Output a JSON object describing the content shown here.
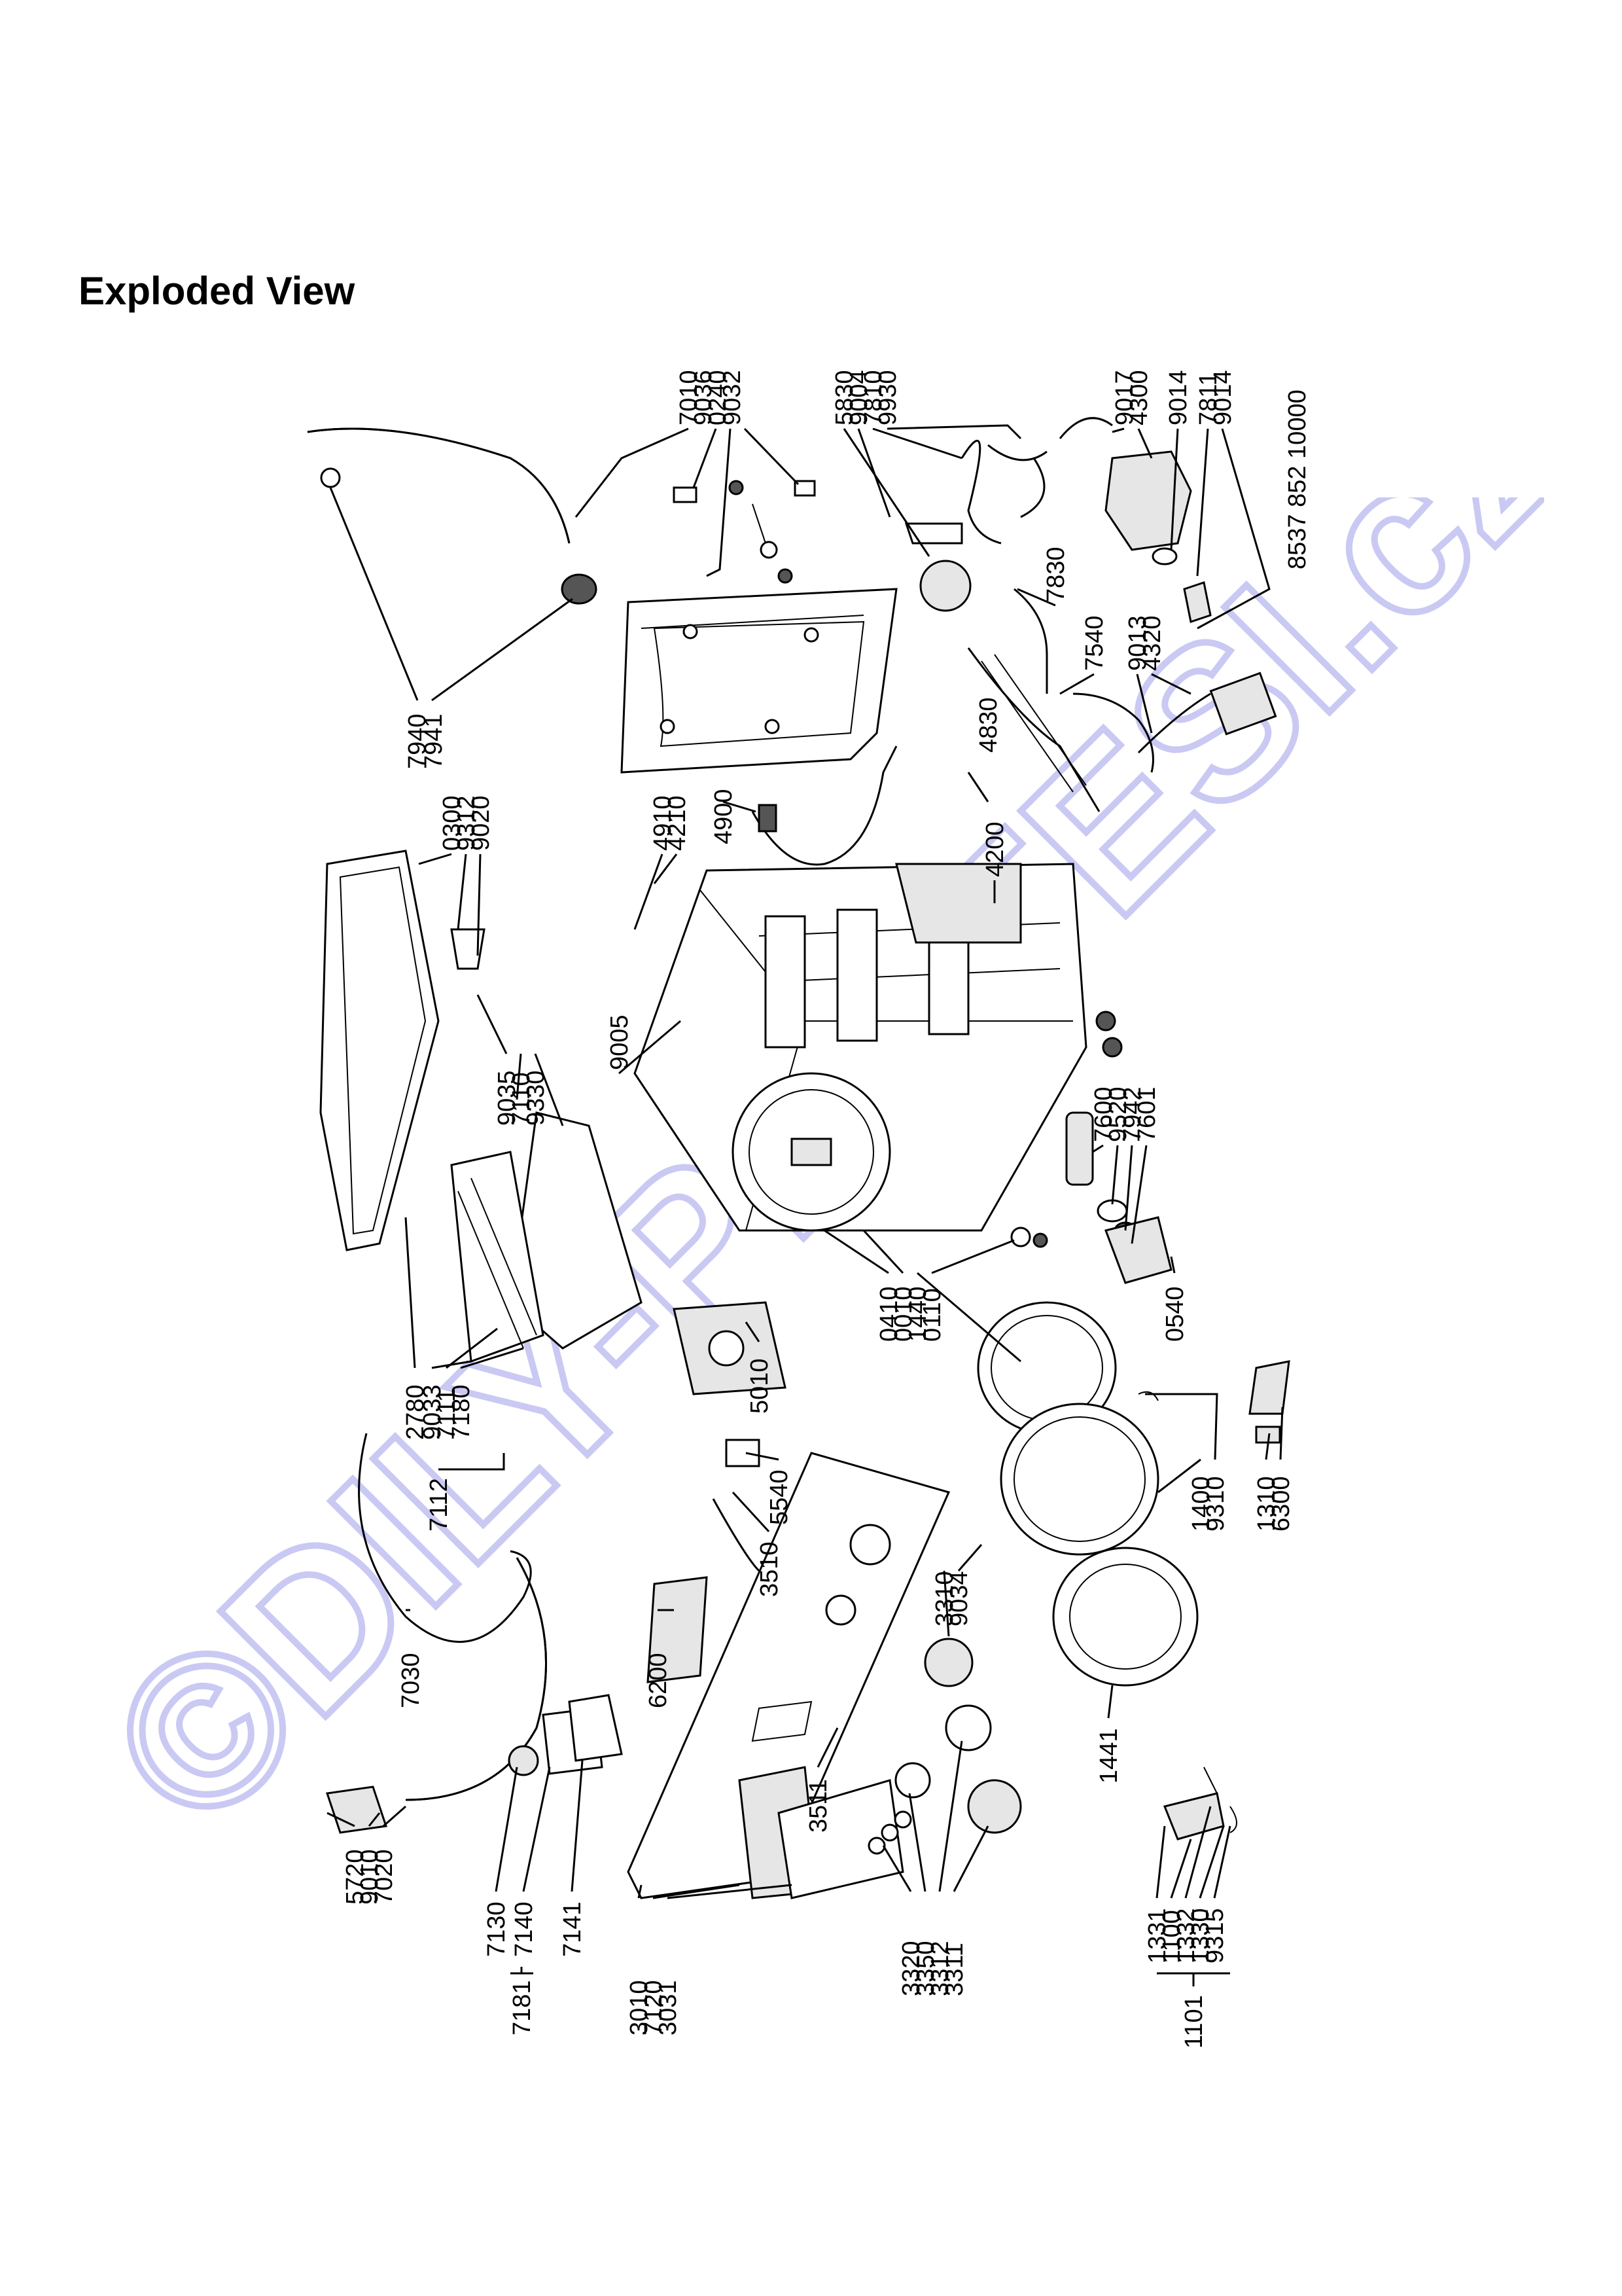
{
  "page": {
    "title": "Exploded View",
    "watermark": "©DILY-PROFESI.cz",
    "document_number": "8537 852 10000"
  },
  "labels": {
    "l7940": "7940",
    "l7941": "7941",
    "l7010": "7010",
    "l9036": "9036",
    "l0240": "0240",
    "l9032": "9032",
    "l5830": "5830",
    "l9004": "9004",
    "l7810": "7810",
    "l9930": "9930",
    "l9017": "9017",
    "l4300": "4300",
    "l9014a": "9014",
    "l9014b": "9014",
    "l7830": "7830",
    "l7540": "7540",
    "l9013": "9013",
    "l4320": "4320",
    "l7811": "7811",
    "l4830": "4830",
    "l4900": "4900",
    "l4910": "4910",
    "l4210": "4210",
    "l4200": "4200",
    "l0300": "0300",
    "l9312": "9312",
    "l9020": "9020",
    "l9035": "9035",
    "l7110": "7110",
    "l9330": "9330",
    "l9005": "9005",
    "l7600": "7600",
    "l9520": "9520",
    "l7942": "7942",
    "l7601": "7601",
    "l0410": "0410",
    "l0010": "0010",
    "l1440": "1440",
    "l0110": "0110",
    "l0540": "0540",
    "l2780": "2780",
    "l9033": "9033",
    "l7111": "7111",
    "l7180": "7180",
    "l7112": "7112",
    "l5010": "5010",
    "l5540": "5540",
    "l3510": "3510",
    "l1400": "1400",
    "l9310": "9310",
    "l1310": "1310",
    "l6300": "6300",
    "l7030": "7030",
    "l6200": "6200",
    "l3310": "3310",
    "l9034": "9034",
    "l1441": "1441",
    "l3511": "3511",
    "l5720": "5720",
    "l9010": "9010",
    "l7020": "7020",
    "l7130": "7130",
    "l7140": "7140",
    "l7141": "7141",
    "l7181": "7181",
    "l3010": "3010",
    "l7120": "7120",
    "l3031": "3031",
    "l3320": "3320",
    "l3350": "3350",
    "l3312": "3312",
    "l3311": "3311",
    "l1331": "1331",
    "l1100": "1100",
    "l1332": "1332",
    "l1330": "1330",
    "l9315": "9315",
    "l1101": "1101"
  },
  "colors": {
    "watermark": "#c9c9f3",
    "ink": "#000000"
  }
}
